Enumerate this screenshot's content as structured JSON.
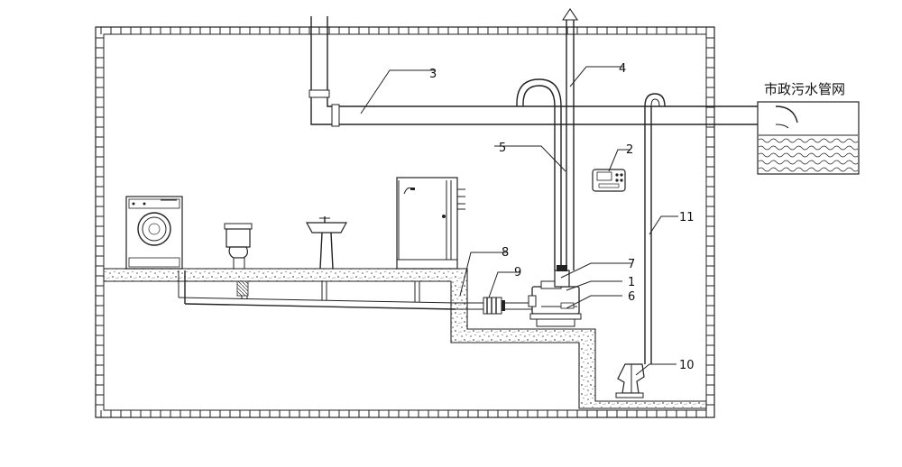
{
  "labels": {
    "n1": "1",
    "n2": "2",
    "n3": "3",
    "n4": "4",
    "n5": "5",
    "n6": "6",
    "n7": "7",
    "n8": "8",
    "n9": "9",
    "n10": "10",
    "n11": "11",
    "municipal": "市政污水管网"
  }
}
